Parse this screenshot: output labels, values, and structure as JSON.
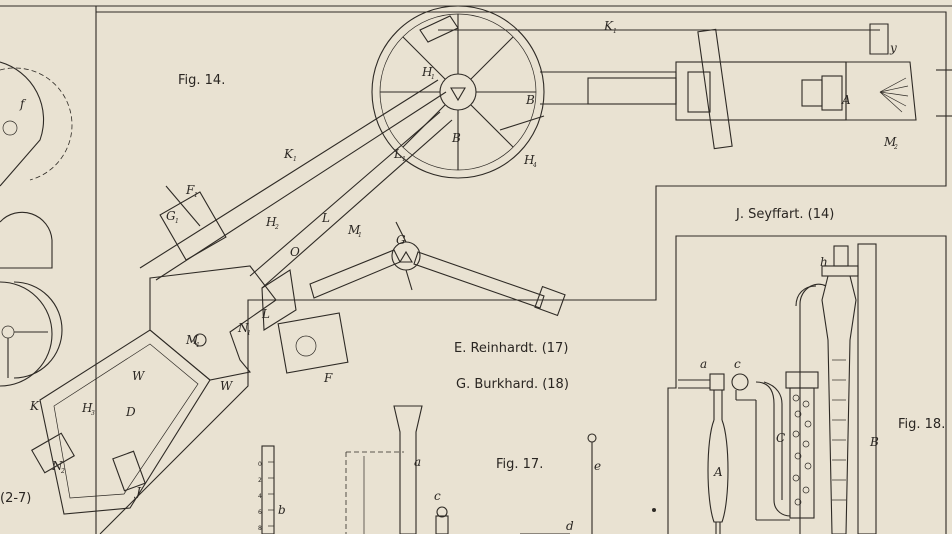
{
  "figures": {
    "fig14": {
      "caption": "Fig. 14.",
      "parts": [
        "K1",
        "H1",
        "H2",
        "H3",
        "H4",
        "B",
        "A",
        "M1",
        "M2",
        "L1",
        "L",
        "O",
        "G",
        "G1",
        "F",
        "F1",
        "W",
        "D",
        "K",
        "N1",
        "N2",
        "J",
        "y"
      ]
    },
    "fig17": {
      "caption": "Fig. 17.",
      "parts": [
        "a",
        "b",
        "c",
        "d",
        "e"
      ]
    },
    "fig18": {
      "caption": "Fig. 18.",
      "parts": [
        "a",
        "c",
        "h",
        "A",
        "B",
        "C"
      ]
    }
  },
  "authors": {
    "seyffart": "J. Seyffart. (14)",
    "reinhardt": "E. Reinhardt. (17)",
    "burkhard": "G. Burkhard. (18)",
    "left_ref": "(2-7)"
  },
  "labels": {
    "K1": "K",
    "K1_sub": "1",
    "H1": "H",
    "H1_sub": "1",
    "H2": "H",
    "H2_sub": "2",
    "H3": "H",
    "H3_sub": "3",
    "H4": "H",
    "H4_sub": "4",
    "B": "B",
    "A": "A",
    "M1": "M",
    "M1_sub": "1",
    "M2": "M",
    "M2_sub": "2",
    "L1": "L",
    "L1_sub": "1",
    "L": "L",
    "O": "O",
    "G": "G",
    "G1": "G",
    "G1_sub": "1",
    "F": "F",
    "F1": "F",
    "F1_sub": "1",
    "W": "W",
    "D": "D",
    "K": "K",
    "N1": "N",
    "N1_sub": "1",
    "N2": "N",
    "N2_sub": "2",
    "J": "J",
    "y": "y",
    "a": "a",
    "b": "b",
    "c": "c",
    "d": "d",
    "e": "e",
    "h": "h",
    "C": "C",
    "left_f": "f"
  },
  "scale_ticks": [
    "0",
    "2",
    "4",
    "6",
    "8"
  ],
  "colors": {
    "paper": "#e9e2d2",
    "ink": "#2e2a25"
  }
}
